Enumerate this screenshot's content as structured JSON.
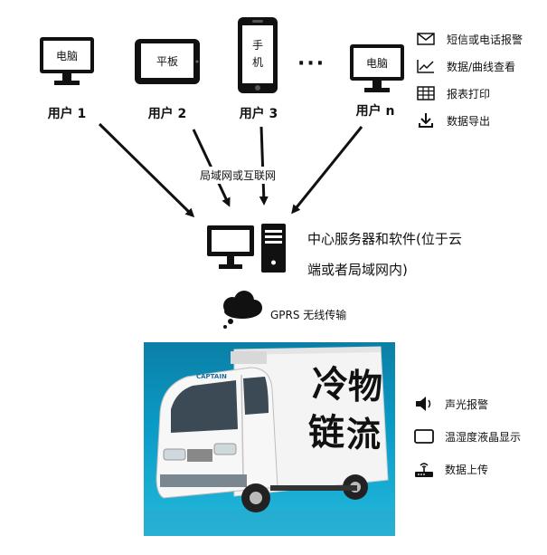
{
  "devices": [
    {
      "screen_text": "电脑",
      "label": "用户 1",
      "kind": "monitor"
    },
    {
      "screen_text": "平板",
      "label": "用户 2",
      "kind": "tablet"
    },
    {
      "screen_text": "手机",
      "label": "用户 3",
      "kind": "phone"
    },
    {
      "screen_text": "电脑",
      "label": "用户 n",
      "kind": "monitor"
    }
  ],
  "ellipsis": "···",
  "network_label": "局域网或互联网",
  "top_features": [
    {
      "icon": "envelope-icon",
      "label": "短信或电话报警"
    },
    {
      "icon": "line-chart-icon",
      "label": "数据/曲线查看"
    },
    {
      "icon": "table-icon",
      "label": "报表打印"
    },
    {
      "icon": "download-icon",
      "label": "数据导出"
    }
  ],
  "server_label_line1": "中心服务器和软件(位于云",
  "server_label_line2": "端或者局域网内)",
  "gprs_label": "GPRS 无线传输",
  "truck": {
    "brand": "CAPTAIN",
    "side_text": [
      "冷",
      "物",
      "链",
      "流"
    ]
  },
  "bottom_features": [
    {
      "icon": "speaker-icon",
      "label": "声光报警"
    },
    {
      "icon": "lcd-display-icon",
      "label": "温湿度液晶显示"
    },
    {
      "icon": "router-icon",
      "label": "数据上传"
    }
  ]
}
